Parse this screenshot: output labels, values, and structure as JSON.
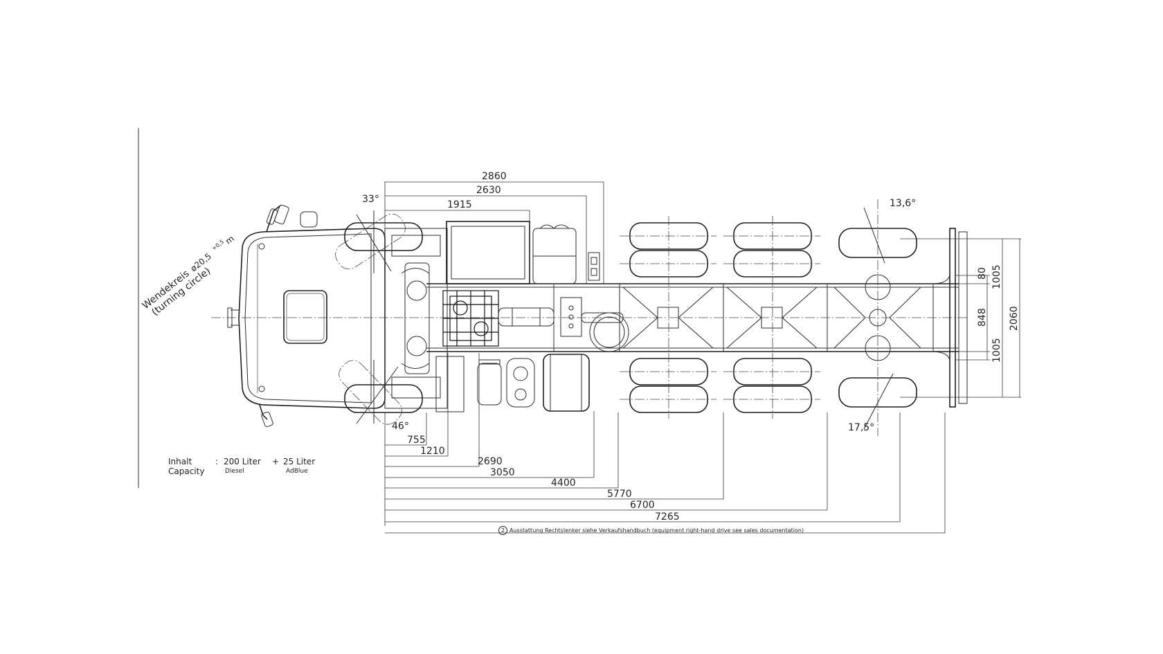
{
  "turning_circle": {
    "label_de": "Wendekreis",
    "label_en": "(turning circle)",
    "value": "ø20,5",
    "tolerance": "+0,5",
    "unit": "m"
  },
  "angles": {
    "front_top": "33°",
    "front_bottom": "46°",
    "rear_top": "13,6°",
    "rear_bottom": "17,5°"
  },
  "dims_top": [
    "2860",
    "2630",
    "1915"
  ],
  "dims_bottom": [
    "755",
    "1210",
    "2690",
    "3050",
    "4400",
    "5770",
    "6700",
    "7265"
  ],
  "dims_right": [
    "80",
    "1005",
    "848",
    "2060",
    "1005"
  ],
  "capacity": {
    "label_de": "Inhalt",
    "label_en": "Capacity",
    "separator": ":",
    "diesel_value": "200 Liter",
    "plus": "+",
    "adblue_value": "25 Liter",
    "diesel_label": "Diesel",
    "adblue_label": "AdBlue"
  },
  "footnote": {
    "marker": "2",
    "text": "Ausstattung Rechtslenker siehe Verkaufshandbuch (equipment right-hand drive see sales documentation)"
  }
}
